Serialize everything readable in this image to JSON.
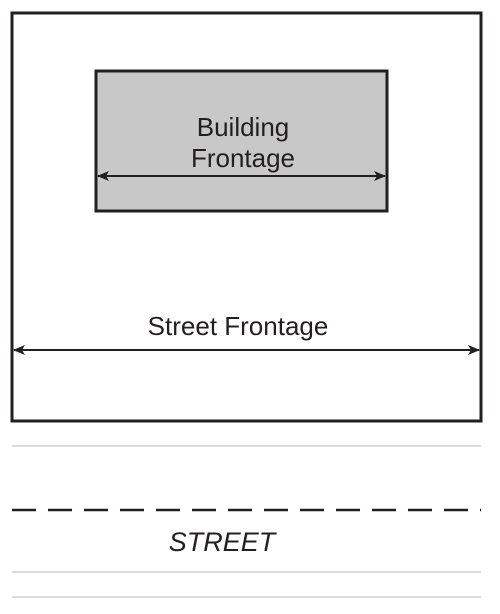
{
  "diagram": {
    "building_label_line1": "Building",
    "building_label_line2": "Frontage",
    "street_frontage_label": "Street Frontage",
    "street_label": "STREET"
  },
  "colors": {
    "stroke": "#231f20",
    "building_fill": "#c8c8c8",
    "background": "#ffffff",
    "road_line": "#b8b8b8"
  }
}
